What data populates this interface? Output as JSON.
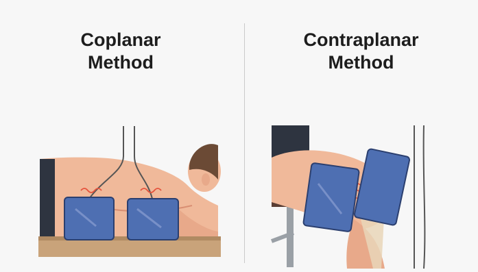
{
  "panels": [
    {
      "id": "coplanar",
      "title_line1": "Coplanar",
      "title_line2": "Method"
    },
    {
      "id": "contraplanar",
      "title_line1": "Contraplanar",
      "title_line2": "Method"
    }
  ],
  "colors": {
    "skin": "#f0b99a",
    "skin_shadow": "#d98f73",
    "electrode": "#4e6fb2",
    "electrode_edge": "#2b3f6f",
    "hair": "#6b4a35",
    "table": "#c9a37a",
    "heat_lines": "#e5533d",
    "bone": "#e9d6b8"
  }
}
